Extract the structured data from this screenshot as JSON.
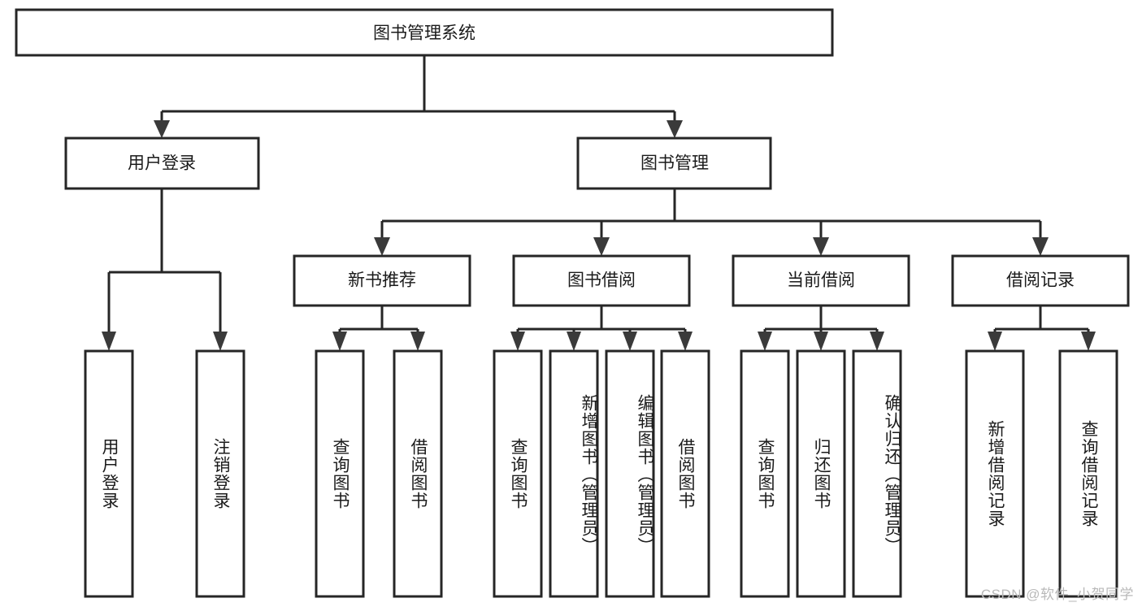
{
  "diagram": {
    "type": "tree-hierarchy",
    "title": "图书管理系统",
    "watermark": "CSDN @软件_小贺同学",
    "root": {
      "id": "root",
      "label": "图书管理系统",
      "orientation": "horizontal"
    },
    "level2": [
      {
        "id": "user-login",
        "label": "用户登录",
        "orientation": "horizontal"
      },
      {
        "id": "book-manage",
        "label": "图书管理",
        "orientation": "horizontal"
      }
    ],
    "level3": [
      {
        "id": "new-book-rec",
        "label": "新书推荐",
        "parent": "book-manage",
        "orientation": "horizontal"
      },
      {
        "id": "book-borrow",
        "label": "图书借阅",
        "parent": "book-manage",
        "orientation": "horizontal"
      },
      {
        "id": "current-borrow",
        "label": "当前借阅",
        "parent": "book-manage",
        "orientation": "horizontal"
      },
      {
        "id": "borrow-record",
        "label": "借阅记录",
        "parent": "book-manage",
        "orientation": "horizontal"
      }
    ],
    "leaves": [
      {
        "id": "leaf-user-login",
        "label": "用户登录",
        "parent": "user-login",
        "orientation": "vertical"
      },
      {
        "id": "leaf-logout-login",
        "label": "注销登录",
        "parent": "user-login",
        "orientation": "vertical"
      },
      {
        "id": "leaf-query-book-1",
        "label": "查询图书",
        "parent": "new-book-rec",
        "orientation": "vertical"
      },
      {
        "id": "leaf-borrow-book-1",
        "label": "借阅图书",
        "parent": "new-book-rec",
        "orientation": "vertical"
      },
      {
        "id": "leaf-query-book-2",
        "label": "查询图书",
        "parent": "book-borrow",
        "orientation": "vertical"
      },
      {
        "id": "leaf-add-book",
        "label": "新增图书（管理员）",
        "parent": "book-borrow",
        "orientation": "vertical"
      },
      {
        "id": "leaf-edit-book",
        "label": "编辑图书（管理员）",
        "parent": "book-borrow",
        "orientation": "vertical"
      },
      {
        "id": "leaf-borrow-book-2",
        "label": "借阅图书",
        "parent": "book-borrow",
        "orientation": "vertical"
      },
      {
        "id": "leaf-query-book-3",
        "label": "查询图书",
        "parent": "current-borrow",
        "orientation": "vertical"
      },
      {
        "id": "leaf-return-book",
        "label": "归还图书",
        "parent": "current-borrow",
        "orientation": "vertical"
      },
      {
        "id": "leaf-confirm-return",
        "label": "确认归还（管理员）",
        "parent": "current-borrow",
        "orientation": "vertical"
      },
      {
        "id": "leaf-add-record",
        "label": "新增借阅记录",
        "parent": "borrow-record",
        "orientation": "vertical"
      },
      {
        "id": "leaf-query-record",
        "label": "查询借阅记录",
        "parent": "borrow-record",
        "orientation": "vertical"
      }
    ],
    "colors": {
      "stroke": "#262626",
      "fill": "#ffffff",
      "text": "#1b1b1b",
      "arrow": "#3a3a3a",
      "watermark": "#b9b9b9"
    }
  }
}
